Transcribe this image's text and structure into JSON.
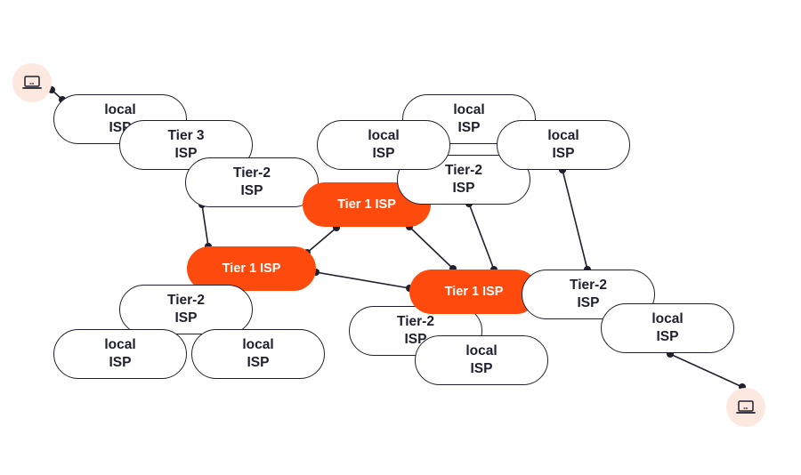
{
  "labels": {
    "local_isp": "local\nISP",
    "tier3_isp": "Tier 3\nISP",
    "tier2_isp": "Tier-2\nISP",
    "tier1_isp": "Tier 1 ISP"
  },
  "colors": {
    "tier1_fill": "#ff4a0d",
    "outline": "#1f1f2e",
    "laptop_badge": "#fde8df",
    "text_dark": "#1f1f2e",
    "text_light": "#ffffff"
  },
  "icons": [
    "laptop-icon",
    "laptop-icon"
  ]
}
